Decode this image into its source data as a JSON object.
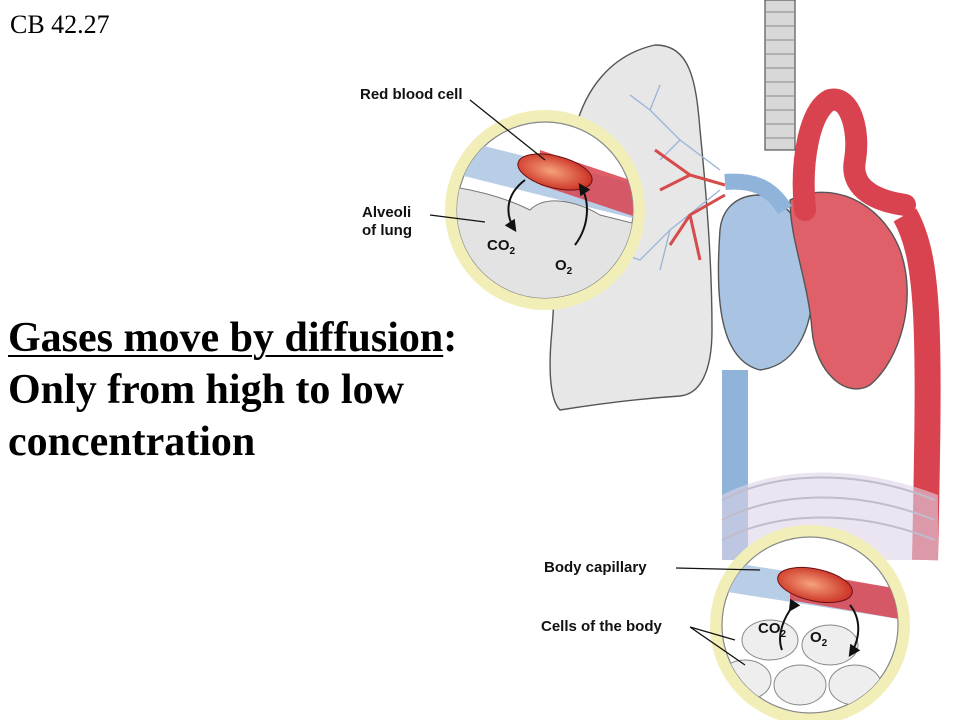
{
  "page": {
    "reference": "CB 42.27",
    "heading": {
      "underlined": "Gases move by diffusion",
      "colon": ":",
      "line2": "Only from high to low",
      "line3": "concentration"
    }
  },
  "diagram": {
    "labels": {
      "red_blood_cell": "Red blood cell",
      "alveoli_line1": "Alveoli",
      "alveoli_line2": "of lung",
      "body_capillary": "Body capillary",
      "cells_of_body": "Cells of the body"
    },
    "lung_inset": {
      "gas_out": "CO",
      "gas_out_sub": "2",
      "gas_in": "O",
      "gas_in_sub": "2"
    },
    "body_inset": {
      "gas_out": "CO",
      "gas_out_sub": "2",
      "gas_in": "O",
      "gas_in_sub": "2"
    },
    "colors": {
      "oxygenated": "#d9434f",
      "deoxygenated": "#8fb3d9",
      "lung_tissue": "#e6e6e6",
      "inset_ring": "#f2eeb8",
      "red_cell": "#c8281e"
    }
  }
}
